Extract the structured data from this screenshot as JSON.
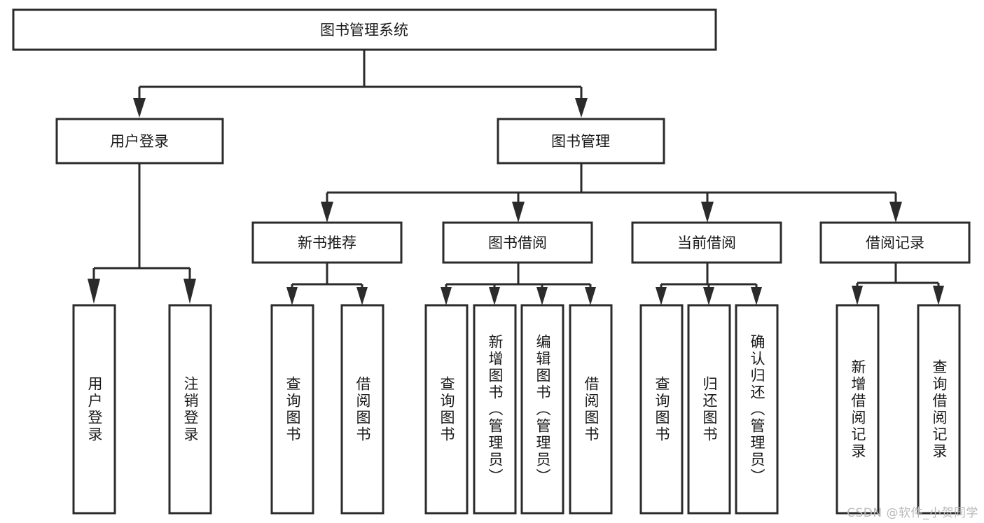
{
  "diagram": {
    "title": "图书管理系统",
    "type": "tree",
    "root": {
      "label": "图书管理系统"
    },
    "level2": [
      {
        "label": "用户登录"
      },
      {
        "label": "图书管理"
      }
    ],
    "level3": [
      {
        "label": "新书推荐"
      },
      {
        "label": "图书借阅"
      },
      {
        "label": "当前借阅"
      },
      {
        "label": "借阅记录"
      }
    ],
    "leaves": {
      "user_login": [
        "用户登录",
        "注销登录"
      ],
      "new_book": [
        "查询图书",
        "借阅图书"
      ],
      "book_borrow": [
        "查询图书",
        "新增图书（管理员）",
        "编辑图书（管理员）",
        "借阅图书"
      ],
      "current_borrow": [
        "查询图书",
        "归还图书",
        "确认归还（管理员）"
      ],
      "borrow_record": [
        "新增借阅记录",
        "查询借阅记录"
      ]
    }
  },
  "watermark": {
    "text": "CSDN @软件_小贺同学"
  },
  "colors": {
    "stroke": "#2b2b2b",
    "fill": "#ffffff",
    "text": "#1a1a1a",
    "watermark": "#b9b9b9"
  }
}
